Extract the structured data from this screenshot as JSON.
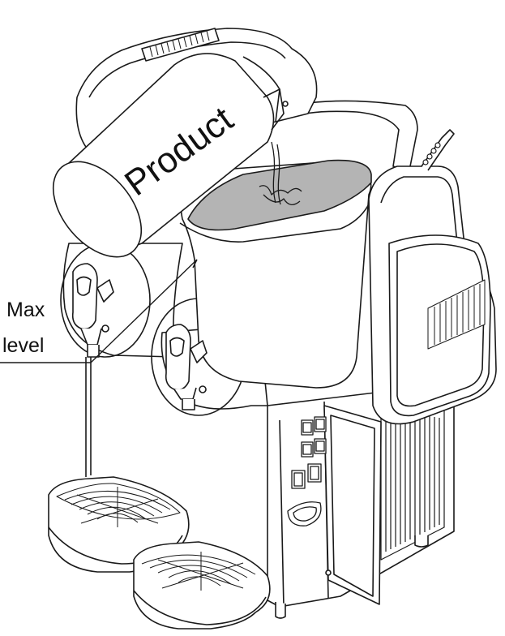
{
  "product_label": "Product",
  "max_level_label": {
    "line1": "Max",
    "line2": "level"
  },
  "colors": {
    "line": "#1a1a1a",
    "product_fill": "#b4b4b4",
    "background": "#ffffff"
  }
}
